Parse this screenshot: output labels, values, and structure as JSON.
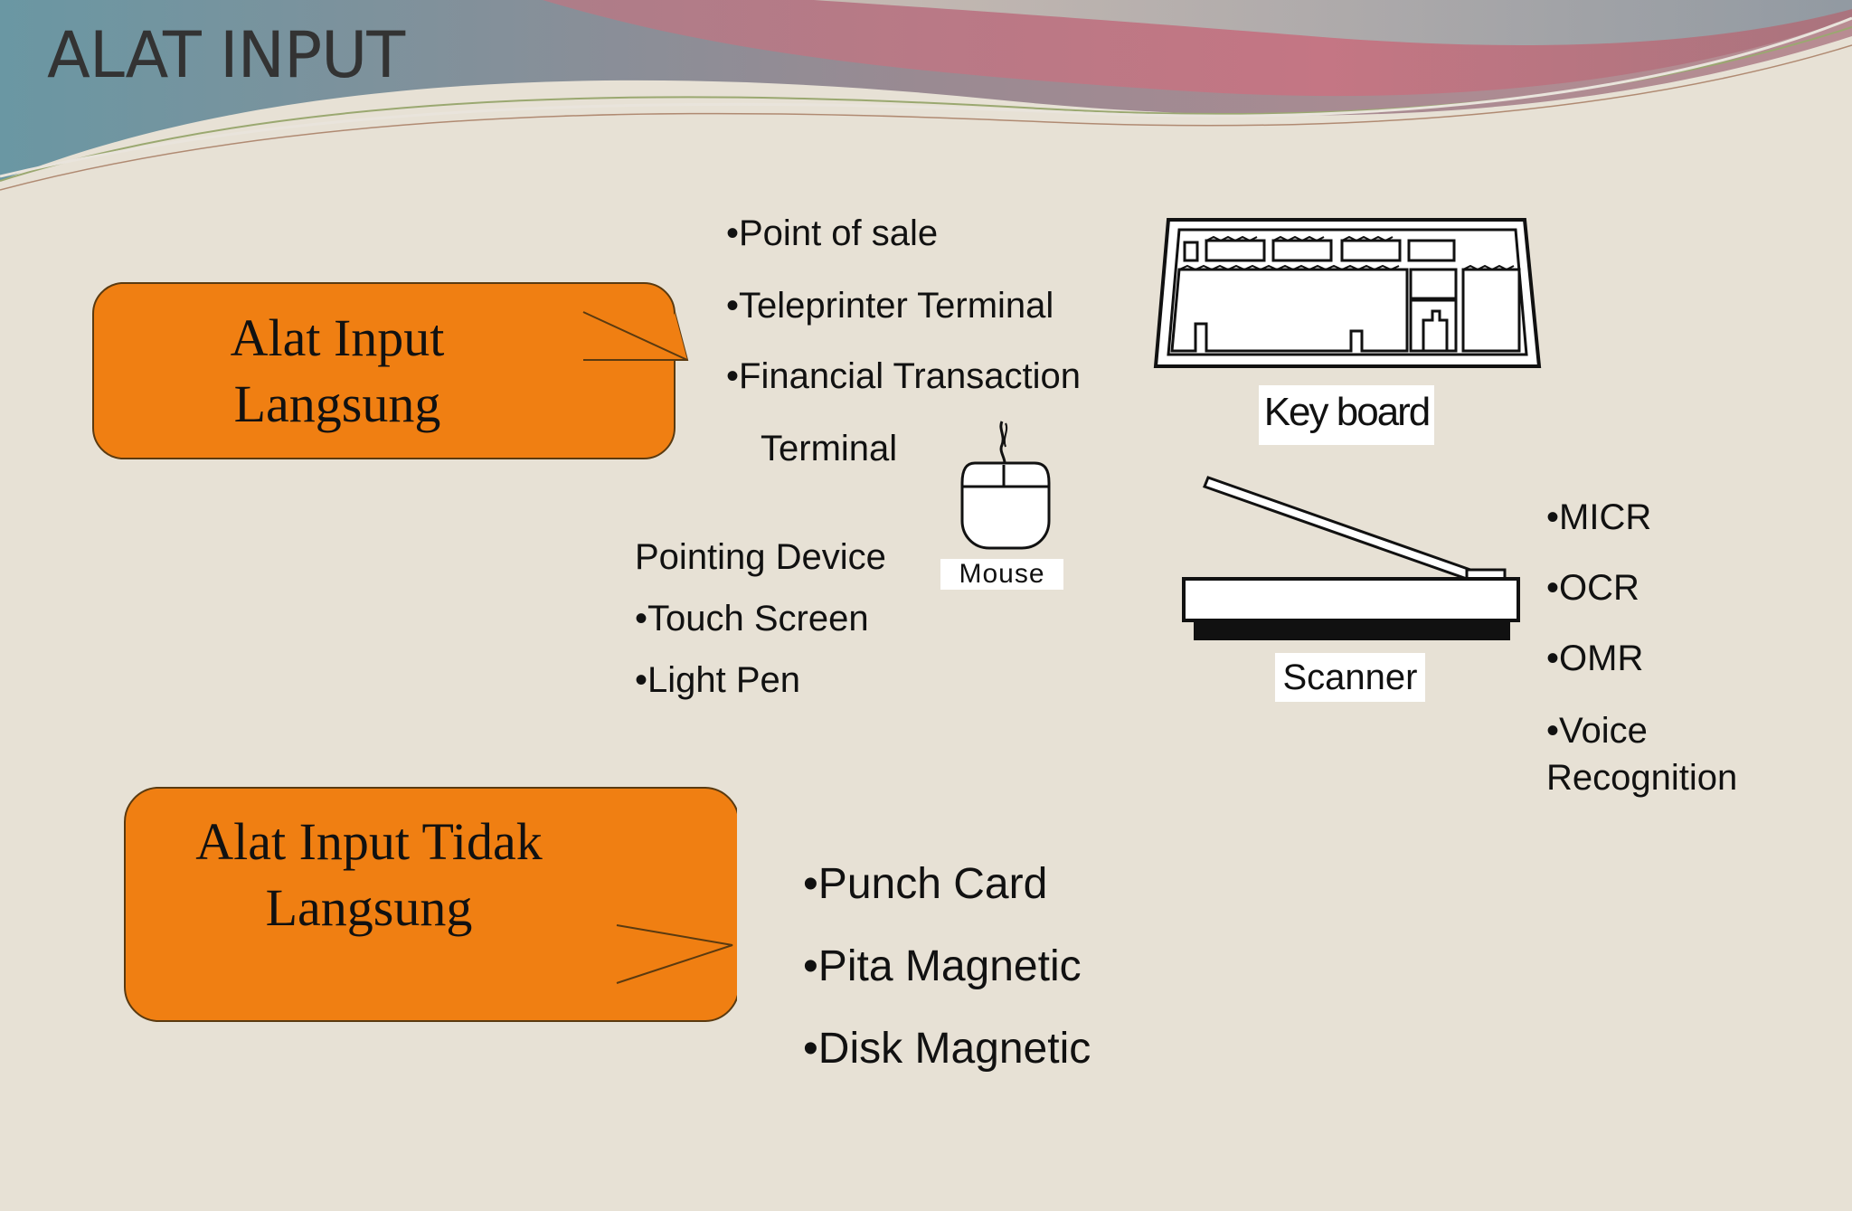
{
  "title": "ALAT INPUT",
  "colors": {
    "background": "#e7e1d5",
    "callout_fill": "#f07f12",
    "callout_stroke": "#5a3a10",
    "wave_teal": "#5f8f9a",
    "wave_rose": "#c46b78"
  },
  "callouts": {
    "direct": {
      "line1": "Alat Input",
      "line2": "Langsung"
    },
    "indirect": {
      "line1": "Alat Input Tidak",
      "line2": "Langsung"
    }
  },
  "direct_list": {
    "item1": "•Point of sale",
    "item2": "•Teleprinter Terminal",
    "item3": "•Financial Transaction",
    "item3b": "Terminal"
  },
  "pointing": {
    "heading": "Pointing Device",
    "item1": "•Touch Screen",
    "item2": "•Light Pen"
  },
  "recognition_list": {
    "item1": "•MICR",
    "item2": "•OCR",
    "item3": "•OMR",
    "item4": "•Voice",
    "item4b": "Recognition"
  },
  "indirect_list": {
    "item1": "•Punch Card",
    "item2": "•Pita Magnetic",
    "item3": "•Disk Magnetic"
  },
  "device_labels": {
    "keyboard": "Key board",
    "mouse": "Mouse",
    "scanner": "Scanner"
  },
  "icons": [
    "keyboard-icon",
    "mouse-icon",
    "scanner-icon"
  ]
}
